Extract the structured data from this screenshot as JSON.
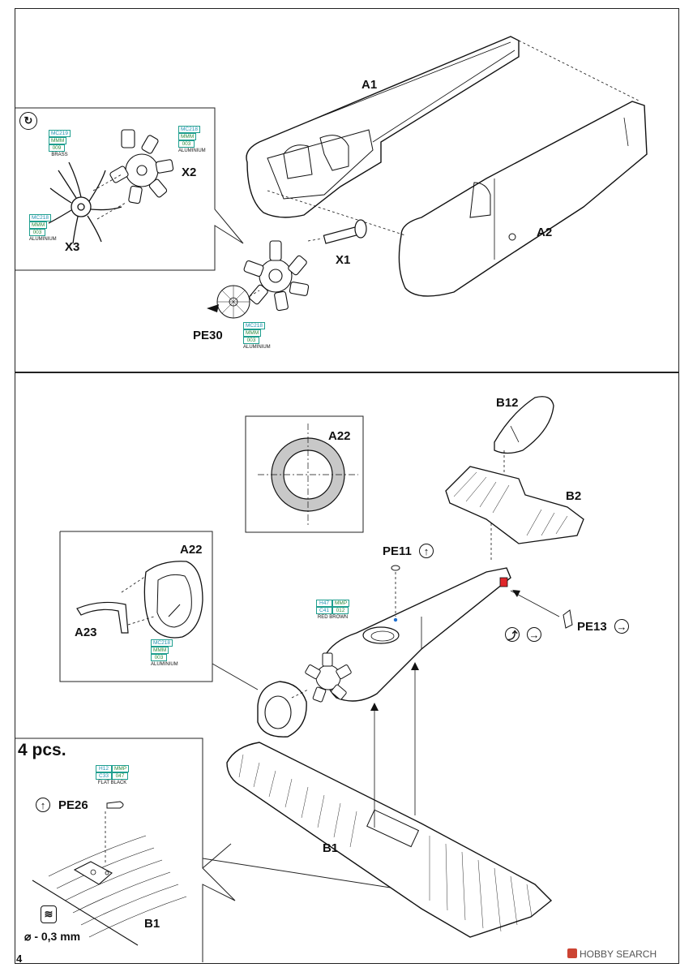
{
  "page_number": "4",
  "labels": {
    "a1": "A1",
    "a2": "A2",
    "x1": "X1",
    "x2": "X2",
    "x3": "X3",
    "pe30": "PE30",
    "a22_top": "A22",
    "a22_mid": "A22",
    "a23": "A23",
    "b12": "B12",
    "b2": "B2",
    "pe11": "PE11",
    "pe13": "PE13",
    "b1_main": "B1",
    "b1_inset": "B1",
    "pe26": "PE26",
    "four_pcs": "4 pcs.",
    "drill": "⌀ - 0,3 mm"
  },
  "paint_codes": {
    "x3_brass": {
      "code1": "MC219",
      "code2": "",
      "line2": "MMM",
      "line3": "009",
      "note": "BRASS"
    },
    "x2_alu": {
      "code1": "MC218",
      "code2": "",
      "line2": "MMM",
      "line3": "003",
      "note": "ALUMINIUM"
    },
    "x3_alu": {
      "code1": "MC218",
      "code2": "",
      "line2": "MMM",
      "line3": "003",
      "note": "ALUMINIUM"
    },
    "pe30_alu": {
      "code1": "MC218",
      "code2": "",
      "line2": "MMM",
      "line3": "003",
      "note": "ALUMINIUM"
    },
    "a22_alu": {
      "code1": "MC218",
      "code2": "",
      "line2": "MMM",
      "line3": "003",
      "note": "ALUMINIUM"
    },
    "fuselage_red_brown": {
      "code1": "H47",
      "code2": "MMP",
      "line2": "C41",
      "line3": "012",
      "note": "RED BROWN"
    },
    "pe26_flat_black": {
      "code1": "H12",
      "code2": "MMP",
      "line2": "C33",
      "line3": "047",
      "note": "FLAT BLACK"
    }
  },
  "icons": {
    "rotate": "rotate-icon",
    "arrow_up": "arrow-up-icon",
    "arrow_right": "arrow-right-icon",
    "bend": "bend-icon",
    "drill": "drill-icon"
  },
  "watermark": "HOBBY SEARCH",
  "colors": {
    "line": "#111111",
    "accent_red": "#e0262a",
    "accent_blue": "#1d6fd0",
    "ring_grey": "#c8c8c8"
  }
}
